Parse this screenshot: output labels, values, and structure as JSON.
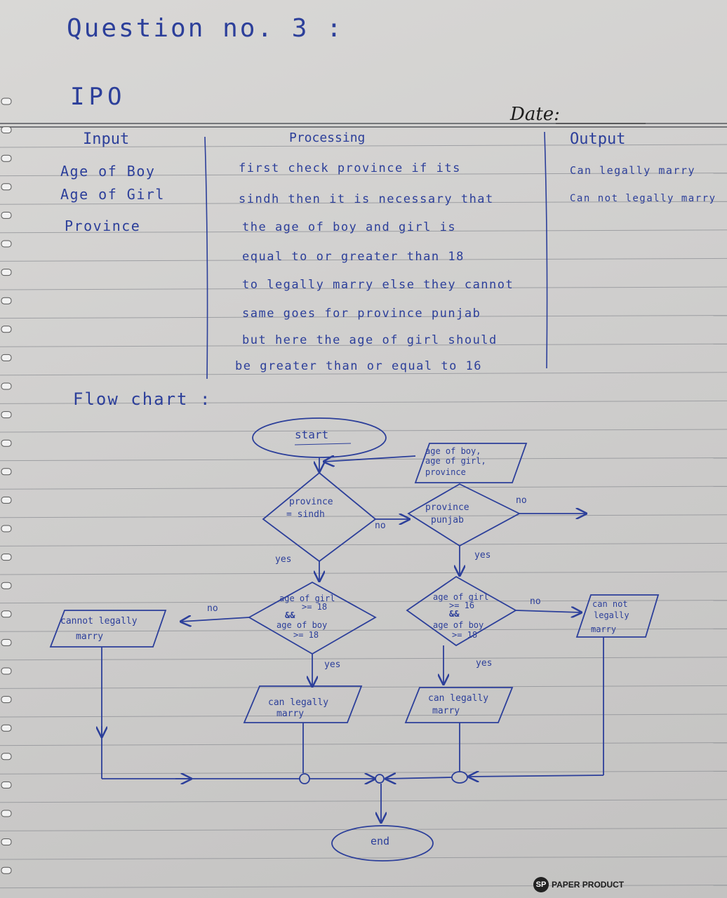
{
  "heading": {
    "title": "Question no. 3 :",
    "ipo": "IPO"
  },
  "date_label": "Date:",
  "ipo_table": {
    "input": {
      "header": "Input",
      "lines": [
        "Age of Boy",
        "Age of Girl",
        "Province"
      ]
    },
    "processing": {
      "header": "Processing",
      "lines": [
        "first check province if its",
        "sindh then it is necessary that",
        "the age of boy and girl is",
        "equal to or greater than 18",
        "to legally marry else they cannot",
        "same goes for province punjab",
        "but here the age of girl should",
        "be greater than or equal to 16"
      ]
    },
    "output": {
      "header": "Output",
      "lines": [
        "Can legally marry",
        "Can not legally marry"
      ]
    }
  },
  "flowchart": {
    "title": "Flow chart :",
    "start": "start",
    "input_box": [
      "age of boy,",
      "age of girl,",
      "province"
    ],
    "decision_sindh": [
      "province",
      "= sindh"
    ],
    "decision_punjab": [
      "province",
      "punjab"
    ],
    "decision_age_sindh": [
      "age of girl",
      ">= 18",
      "&&",
      "age of boy",
      ">= 18"
    ],
    "decision_age_punjab": [
      "age of girl",
      ">= 16",
      "&&",
      "age of boy",
      ">= 18"
    ],
    "output_cannot_left": [
      "cannot legally",
      "marry"
    ],
    "output_can_sindh": [
      "can legally",
      "marry"
    ],
    "output_can_punjab": [
      "can legally",
      "marry"
    ],
    "output_cannot_right": [
      "can not",
      "legally",
      "marry"
    ],
    "labels": {
      "no_sindh": "no",
      "yes_sindh": "yes",
      "no_punjab": "no",
      "yes_punjab": "yes",
      "no_age_sindh": "no",
      "yes_age_sindh": "yes",
      "no_age_punjab": "no",
      "yes_age_punjab": "yes"
    },
    "end": "end"
  },
  "brand": {
    "logo": "SP",
    "text": "PAPER PRODUCT"
  },
  "colors": {
    "ink": "#2c3f9a",
    "paper": "#d3d2d0",
    "rule": "#8d8f94"
  }
}
